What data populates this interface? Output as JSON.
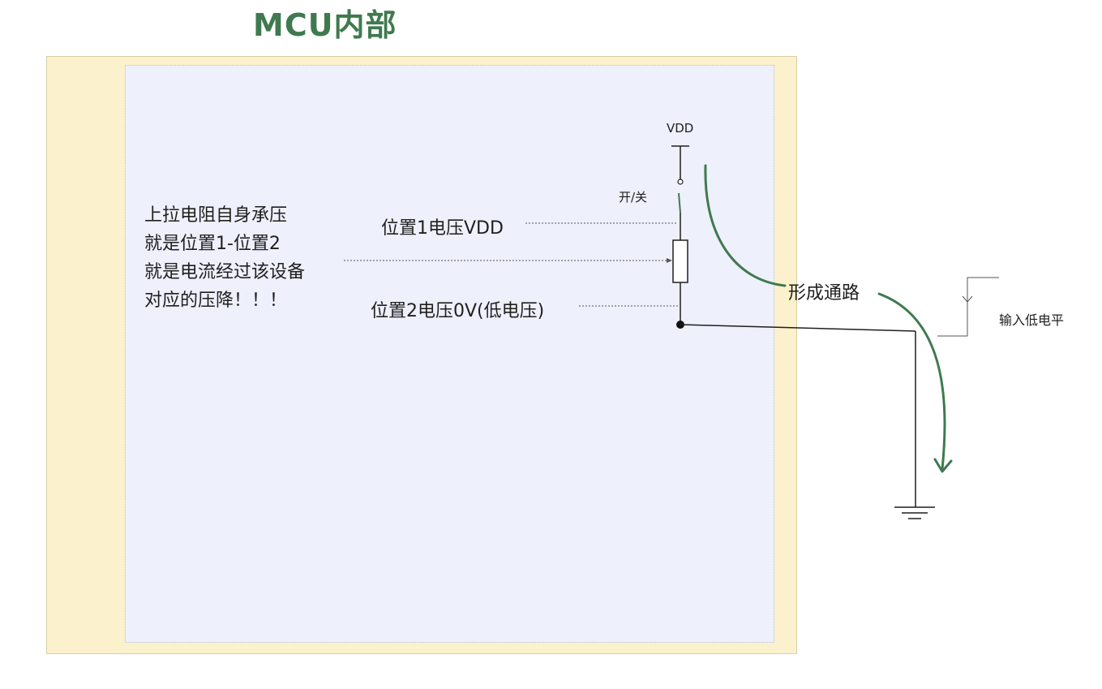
{
  "title": "MCU内部",
  "note_lines": [
    "上拉电阻自身承压",
    "就是位置1-位置2",
    "就是电流经过该设备",
    "对应的压降！！！"
  ],
  "labels": {
    "vdd": "VDD",
    "switch": "开/关",
    "position1": "位置1电压VDD",
    "position2": "位置2电压0V(低电压)",
    "path": "形成通路",
    "input_low": "输入低电平"
  },
  "colors": {
    "title": "#3f7a4f",
    "current_arrow": "#3f7a4f",
    "outer_box": "#fbf1cc",
    "inner_box": "#eef0fb",
    "wire": "#1f1f1f"
  }
}
